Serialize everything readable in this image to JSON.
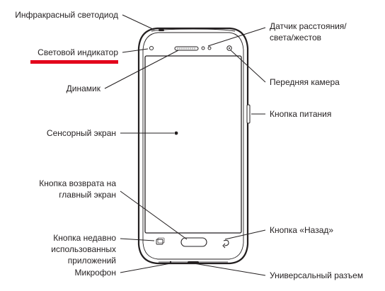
{
  "colors": {
    "text": "#231f20",
    "line": "#231f20",
    "highlight": "#e3001b",
    "background": "#ffffff"
  },
  "labels": {
    "ir_led": "Инфракрасный светодиод",
    "notification_led": "Световой индикатор",
    "speaker": "Динамик",
    "touch_screen": "Сенсорный экран",
    "home_button": "Кнопка возврата на\nглавный экран",
    "recent_apps_button": "Кнопка недавно\nиспользованных\nприложений",
    "microphone": "Микрофон",
    "proximity_sensor": "Датчик расстояния/\nсвета/жестов",
    "front_camera": "Передняя камера",
    "power_button": "Кнопка питания",
    "back_button": "Кнопка «Назад»",
    "multipurpose_jack": "Универсальный разъем"
  }
}
